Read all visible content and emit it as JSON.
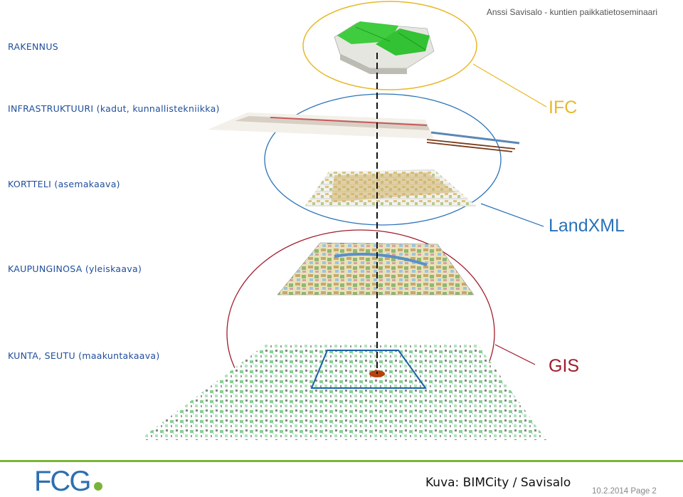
{
  "header": {
    "text": "Anssi Savisalo - kuntien paikkatietoseminaari"
  },
  "layers": [
    {
      "id": "rakennus",
      "label": "RAKENNUS"
    },
    {
      "id": "infra",
      "label": "INFRASTRUKTUURI (kadut, kunnallistekniikka)"
    },
    {
      "id": "kortteli",
      "label": "KORTTELI (asemakaava)"
    },
    {
      "id": "kaupunginosa",
      "label": "KAUPUNGINOSA (yleiskaava)"
    },
    {
      "id": "kunta",
      "label": "KUNTA, SEUTU (maakuntakaava)"
    }
  ],
  "formats": {
    "ifc": {
      "label": "IFC",
      "color": "#e8b828"
    },
    "landxml": {
      "label": "LandXML",
      "color": "#2a72b8"
    },
    "gis": {
      "label": "GIS",
      "color": "#a01c2c"
    }
  },
  "footer": {
    "logo_text": "FCG",
    "credit": "Kuva: BIMCity / Savisalo",
    "date": "10.2.2014",
    "page": "Page 2"
  },
  "colors": {
    "accent_green": "#7bb33a",
    "logo_blue": "#2d6fb0",
    "label_blue": "#1f4e99"
  }
}
